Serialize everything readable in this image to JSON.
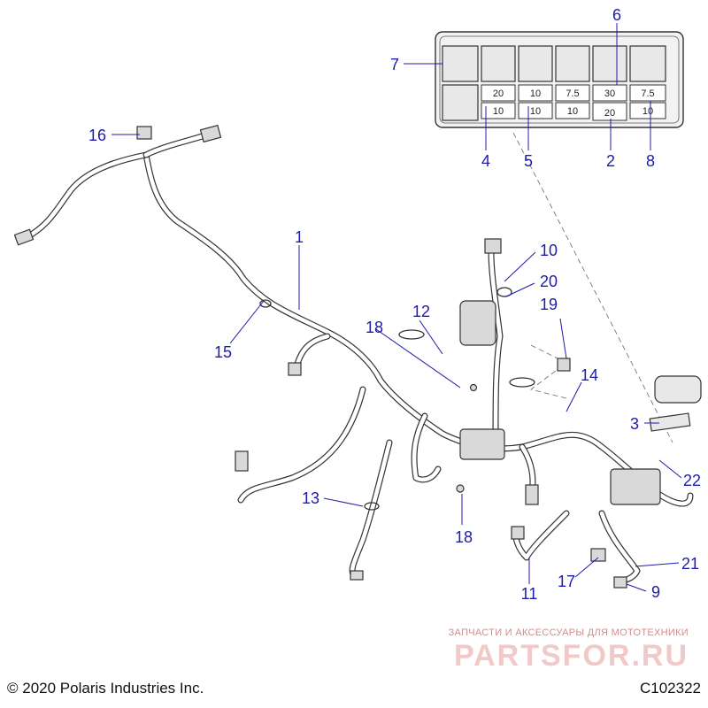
{
  "callouts": [
    {
      "id": "c1",
      "label": "1"
    },
    {
      "id": "c2",
      "label": "2"
    },
    {
      "id": "c3",
      "label": "3"
    },
    {
      "id": "c4",
      "label": "4"
    },
    {
      "id": "c5",
      "label": "5"
    },
    {
      "id": "c6",
      "label": "6"
    },
    {
      "id": "c7",
      "label": "7"
    },
    {
      "id": "c8",
      "label": "8"
    },
    {
      "id": "c9",
      "label": "9"
    },
    {
      "id": "c10",
      "label": "10"
    },
    {
      "id": "c11",
      "label": "11"
    },
    {
      "id": "c12",
      "label": "12"
    },
    {
      "id": "c13",
      "label": "13"
    },
    {
      "id": "c14",
      "label": "14"
    },
    {
      "id": "c15",
      "label": "15"
    },
    {
      "id": "c16",
      "label": "16"
    },
    {
      "id": "c17",
      "label": "17"
    },
    {
      "id": "c18a",
      "label": "18"
    },
    {
      "id": "c18b",
      "label": "18"
    },
    {
      "id": "c19",
      "label": "19"
    },
    {
      "id": "c20",
      "label": "20"
    },
    {
      "id": "c21",
      "label": "21"
    },
    {
      "id": "c22",
      "label": "22"
    }
  ],
  "fuse_box": {
    "top_row": [
      "20",
      "10",
      "7.5",
      "30",
      "7.5"
    ],
    "bottom_row": [
      "10",
      "10",
      "10",
      "20",
      "10"
    ]
  },
  "watermark": {
    "subtitle": "ЗАПЧАСТИ И АКСЕССУАРЫ ДЛЯ МОТОТЕХНИКИ",
    "brand": "PARTSFOR.RU"
  },
  "footer": {
    "copyright": "© 2020 Polaris Industries Inc.",
    "drawing_code": "C102322"
  },
  "colors": {
    "callout": "#1c1ca8",
    "line": "#333333",
    "watermark": "#d98a8a"
  }
}
